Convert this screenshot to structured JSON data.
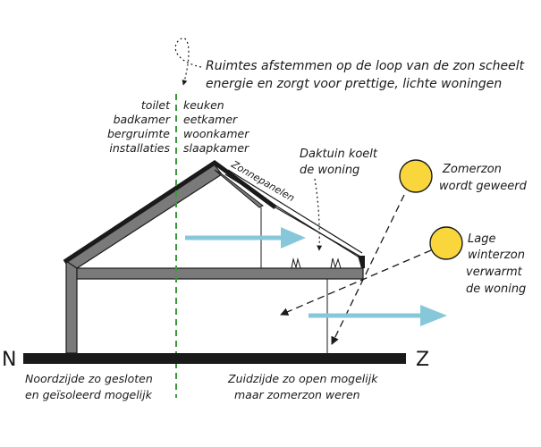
{
  "headline": {
    "line1": "Ruimtes afstemmen op de loop van de zon scheelt",
    "line2": "energie en zorgt voor prettige, lichte woningen"
  },
  "north_rooms": [
    "toilet",
    "badkamer",
    "bergruimte",
    "installaties"
  ],
  "south_rooms": [
    "keuken",
    "eetkamer",
    "woonkamer",
    "slaapkamer"
  ],
  "solar_panels_label": "Zonnepanelen",
  "roof_garden": {
    "line1": "Daktuin koelt",
    "line2": "de woning"
  },
  "summer_sun": {
    "line1": "Zomerzon",
    "line2": "wordt geweerd"
  },
  "winter_sun": {
    "line1": "Lage",
    "line2": "winterzon",
    "line3": "verwarmt",
    "line4": "de woning"
  },
  "compass": {
    "north": "N",
    "south": "Z"
  },
  "north_side": {
    "line1": "Noordzijde zo gesloten",
    "line2": "en geïsoleerd mogelijk"
  },
  "south_side": {
    "line1": "Zuidzijde zo open mogelijk",
    "line2": "maar zomerzon weren"
  },
  "colors": {
    "sun_fill": "#f9d63b",
    "arrow": "#86c8da",
    "wall_gray": "#7a7a7a",
    "divider_green": "#3a9a3a",
    "ground": "#1a1a1a"
  }
}
